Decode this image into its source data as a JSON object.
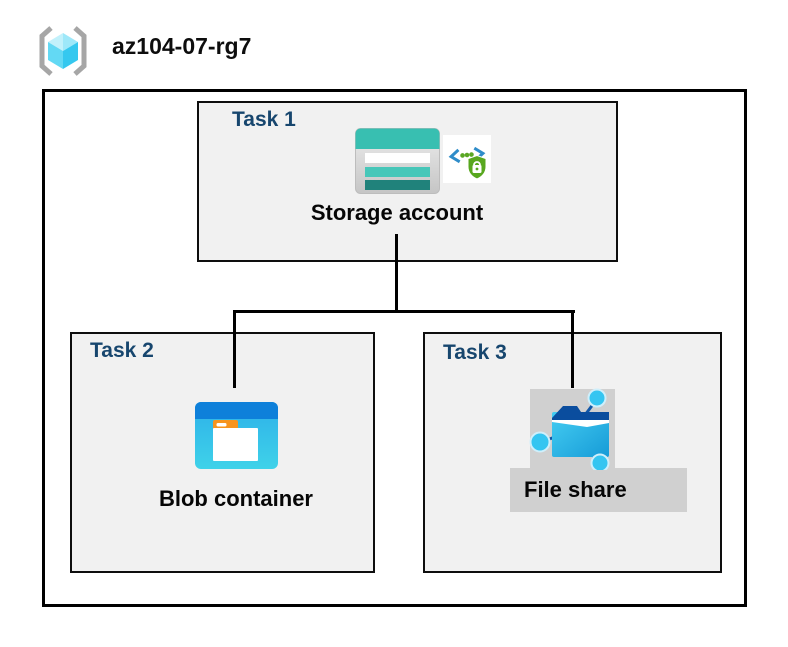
{
  "header": {
    "resource_group_name": "az104-07-rg7",
    "icon": "resource-group-icon"
  },
  "tasks": [
    {
      "label": "Task 1",
      "item": "Storage account",
      "icon": "storage-account-icon",
      "badge_icon": "secure-endpoint-icon"
    },
    {
      "label": "Task 2",
      "item": "Blob container",
      "icon": "blob-container-icon"
    },
    {
      "label": "Task 3",
      "item": "File share",
      "icon": "file-share-icon",
      "highlighted": true
    }
  ],
  "connections": [
    {
      "from": "Storage account",
      "to": "Blob container"
    },
    {
      "from": "Storage account",
      "to": "File share"
    }
  ],
  "colors": {
    "task_label_blue": "#17466e",
    "box_fill": "#f1f1f1",
    "box_border": "#0e0e0e",
    "outer_border": "#000000",
    "highlight_gray": "#d0d0d0",
    "storage_teal": "#38bfb1",
    "storage_teal_dark": "#20827b",
    "blob_blue": "#0e80da",
    "blob_body_cyan": "#2db0e9",
    "fileshare_navy": "#0a4d9e",
    "fileshare_cyan": "#35c5f1",
    "endpoint_green": "#58a71f",
    "endpoint_bracket_blue": "#2e8cc9",
    "cube_cyan": "#63d9f4",
    "bracket_gray": "#a6a6a6"
  }
}
